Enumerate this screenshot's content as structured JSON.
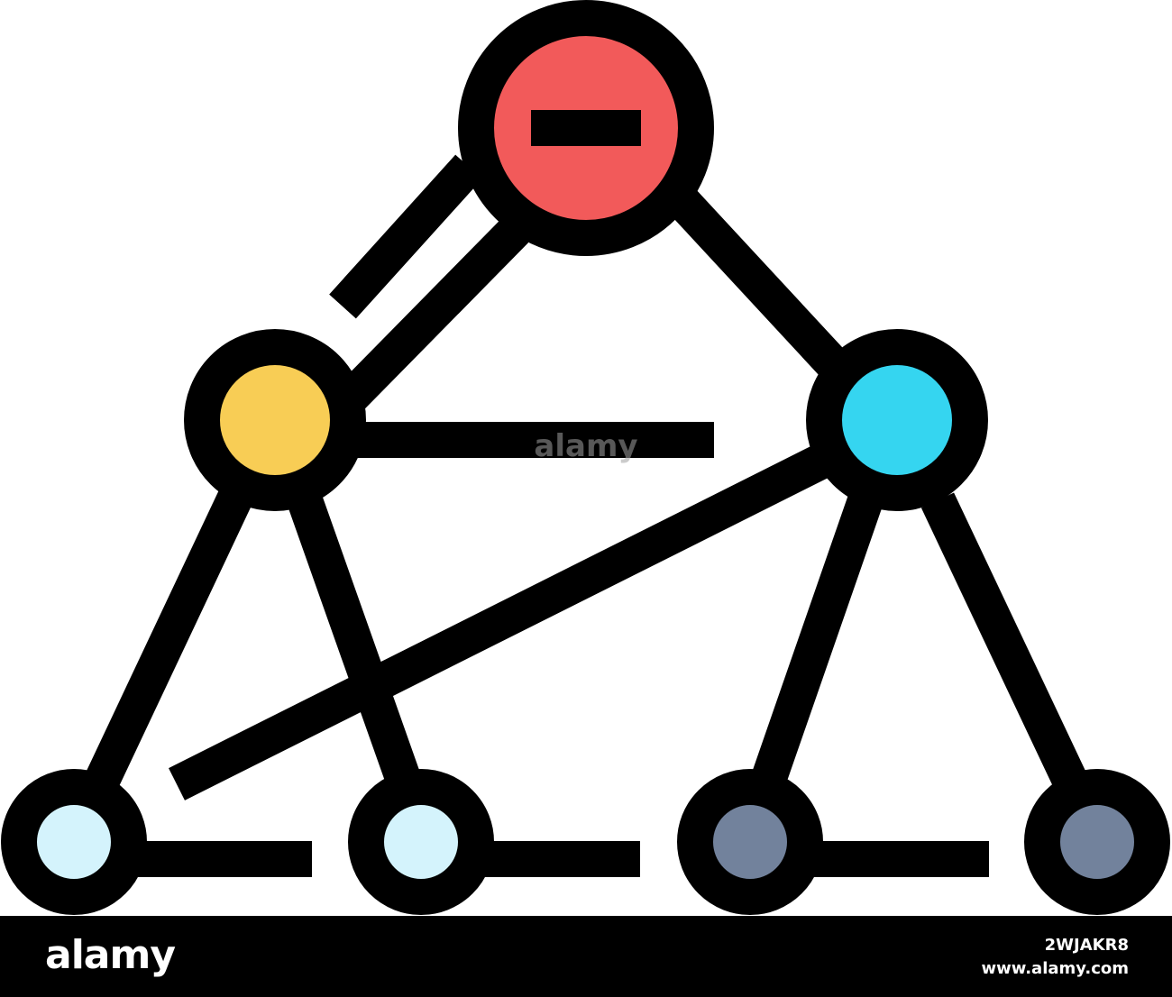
{
  "colors": {
    "stroke": "#000000",
    "top_node": "#f25a5a",
    "left_node": "#f8cd55",
    "right_node": "#35d5f0",
    "leaf_light": "#d4f3fc",
    "leaf_dark": "#72829c",
    "footer_bg": "#000000",
    "footer_text": "#ffffff"
  },
  "diagram": {
    "nodes": [
      {
        "id": "top",
        "kind": "root",
        "icon": "minus-icon"
      },
      {
        "id": "left",
        "kind": "branch"
      },
      {
        "id": "right",
        "kind": "branch"
      },
      {
        "id": "leaf1",
        "kind": "leaf"
      },
      {
        "id": "leaf2",
        "kind": "leaf"
      },
      {
        "id": "leaf3",
        "kind": "leaf"
      },
      {
        "id": "leaf4",
        "kind": "leaf"
      }
    ],
    "edges": [
      {
        "from": "top",
        "to": "left"
      },
      {
        "from": "top",
        "to": "right"
      },
      {
        "from": "left",
        "to": "leaf1"
      },
      {
        "from": "left",
        "to": "leaf2"
      },
      {
        "from": "right",
        "to": "leaf3"
      },
      {
        "from": "right",
        "to": "leaf4"
      }
    ]
  },
  "watermark": {
    "text": "alamy"
  },
  "footer": {
    "brand": "alamy",
    "image_code": "2WJAKR8",
    "site": "www.alamy.com"
  }
}
